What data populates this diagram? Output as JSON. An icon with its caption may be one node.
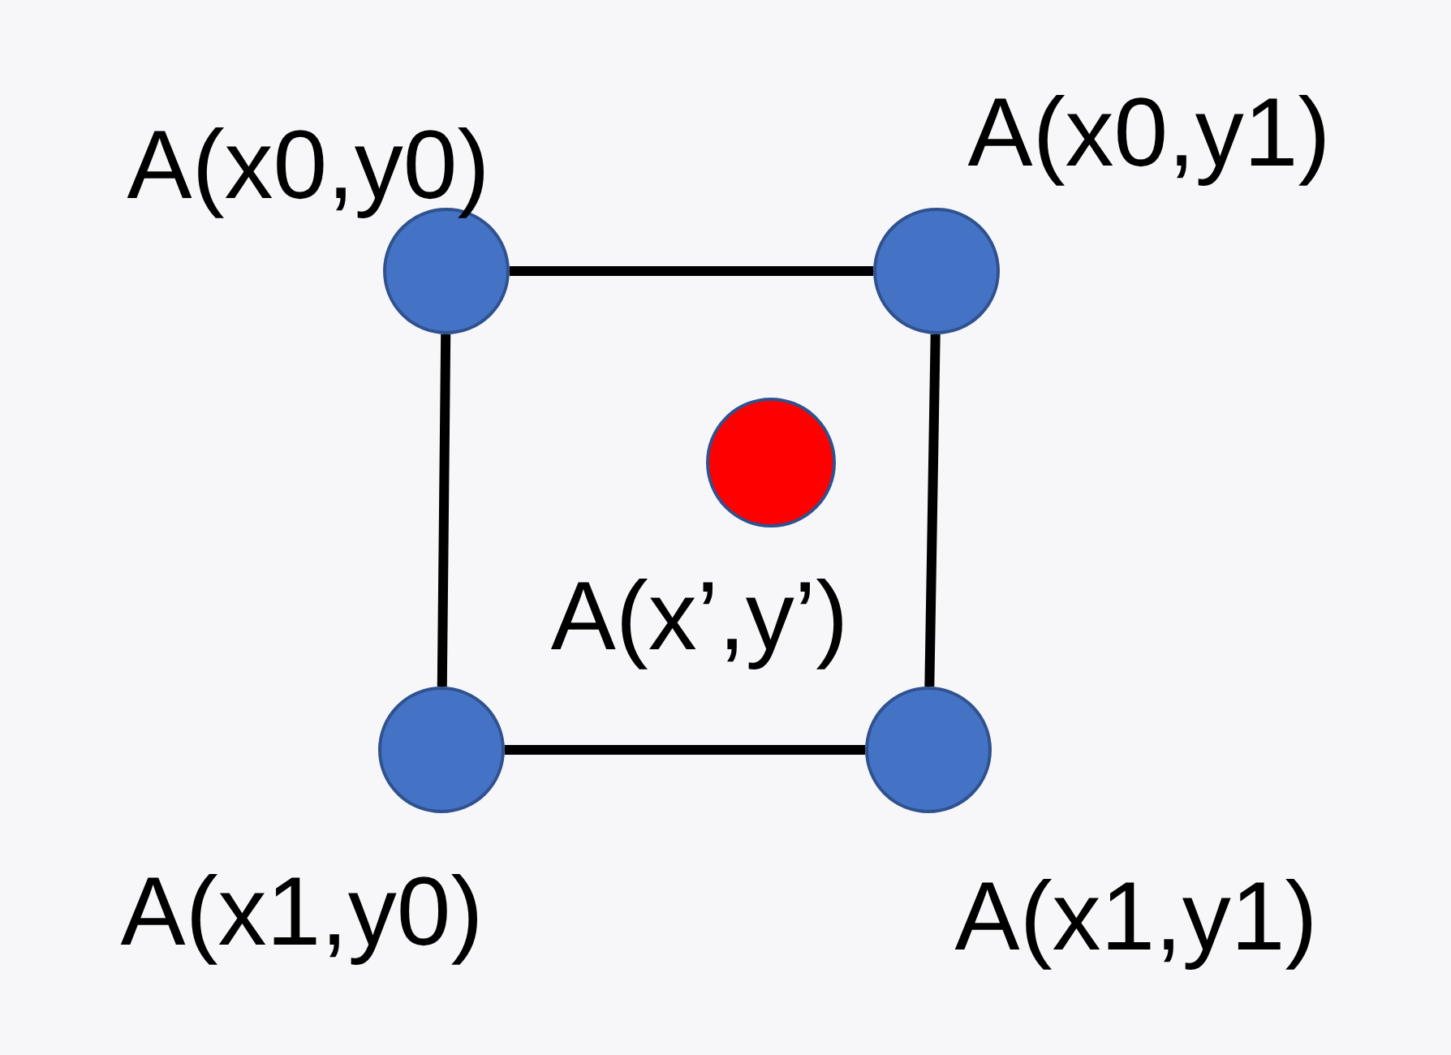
{
  "diagram": {
    "nodes": [
      {
        "text": [],
        "shape": "circle"
      },
      {
        "text": [],
        "shape": "circle"
      },
      {
        "text": [],
        "shape": "circle"
      },
      {
        "text": [],
        "shape": "circle"
      },
      {
        "text": [],
        "shape": "circle"
      }
    ],
    "edges": [
      {
        "from": 0,
        "to": 1,
        "arrow": "none"
      },
      {
        "from": 0,
        "to": 2,
        "arrow": "none"
      },
      {
        "from": 1,
        "to": 3,
        "arrow": "none"
      },
      {
        "from": 2,
        "to": 3,
        "arrow": "none"
      }
    ],
    "labels": [
      "A(x0,y0)",
      "A(x0,y1)",
      "A(x’,y’)",
      "A(x1,y0)",
      "A(x1,y1)"
    ]
  }
}
